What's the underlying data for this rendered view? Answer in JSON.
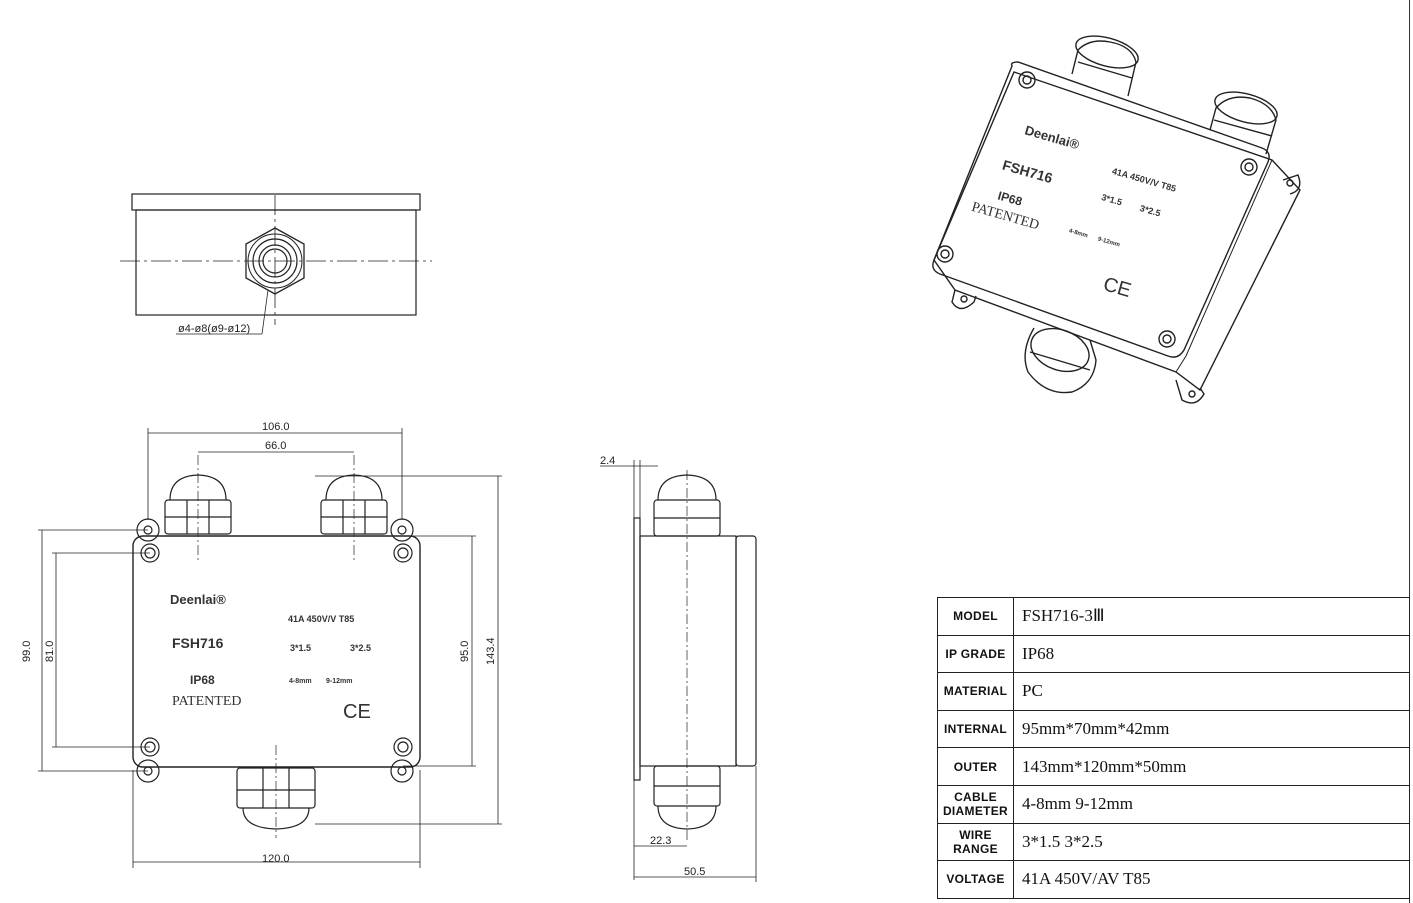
{
  "labels": {
    "gland_note": "ø4-ø8(ø9-ø12)",
    "brand": "Deenlai®",
    "model_mark": "FSH716",
    "rating": "41A 450V/V T85",
    "ip": "IP68",
    "patented": "PATENTED",
    "wire_sizes_a": "3*1.5",
    "wire_sizes_b": "3*2.5",
    "cable_a": "4-8mm",
    "cable_b": "9-12mm",
    "ce": "CE"
  },
  "dimensions": {
    "w_106": "106.0",
    "w_66": "66.0",
    "h_99": "99.0",
    "h_81": "81.0",
    "h_95": "95.0",
    "h_143": "143.4",
    "w_120": "120.0",
    "t_2_4": "2.4",
    "t_22_3": "22.3",
    "t_50_5": "50.5"
  },
  "spec_table": [
    {
      "key": "MODEL",
      "value": "FSH716-3Ⅲ"
    },
    {
      "key": "IP GRADE",
      "value": "IP68"
    },
    {
      "key": "MATERIAL",
      "value": "PC"
    },
    {
      "key": "INTERNAL",
      "value": "95mm*70mm*42mm"
    },
    {
      "key": "OUTER",
      "value": "143mm*120mm*50mm"
    },
    {
      "key": "CABLE DIAMETER",
      "value": "4-8mm 9-12mm"
    },
    {
      "key": "WIRE RANGE",
      "value": "3*1.5 3*2.5"
    },
    {
      "key": "VOLTAGE",
      "value": "41A 450V/AV T85"
    }
  ]
}
